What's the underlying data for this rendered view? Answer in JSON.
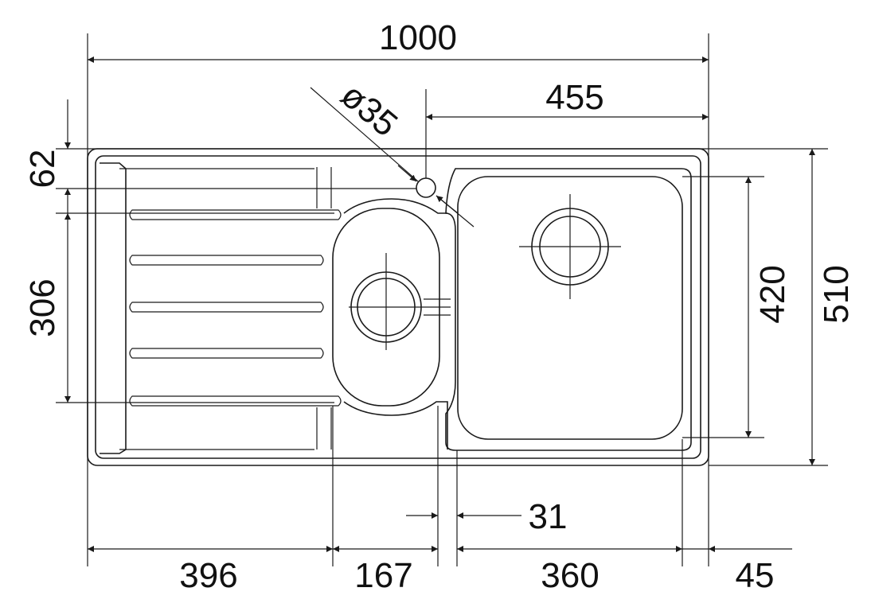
{
  "dimensions": {
    "overall_width": "1000",
    "right_section": "455",
    "tap_hole": "ø35",
    "tap_offset": "62",
    "small_bowl_height": "306",
    "large_bowl_height": "420",
    "overall_depth": "510",
    "drainer_width": "396",
    "small_bowl_width": "167",
    "gap_between_bowls": "31",
    "large_bowl_width": "360",
    "right_rim": "45"
  },
  "colors": {
    "stroke": "#1a1a1a",
    "background": "#ffffff"
  }
}
